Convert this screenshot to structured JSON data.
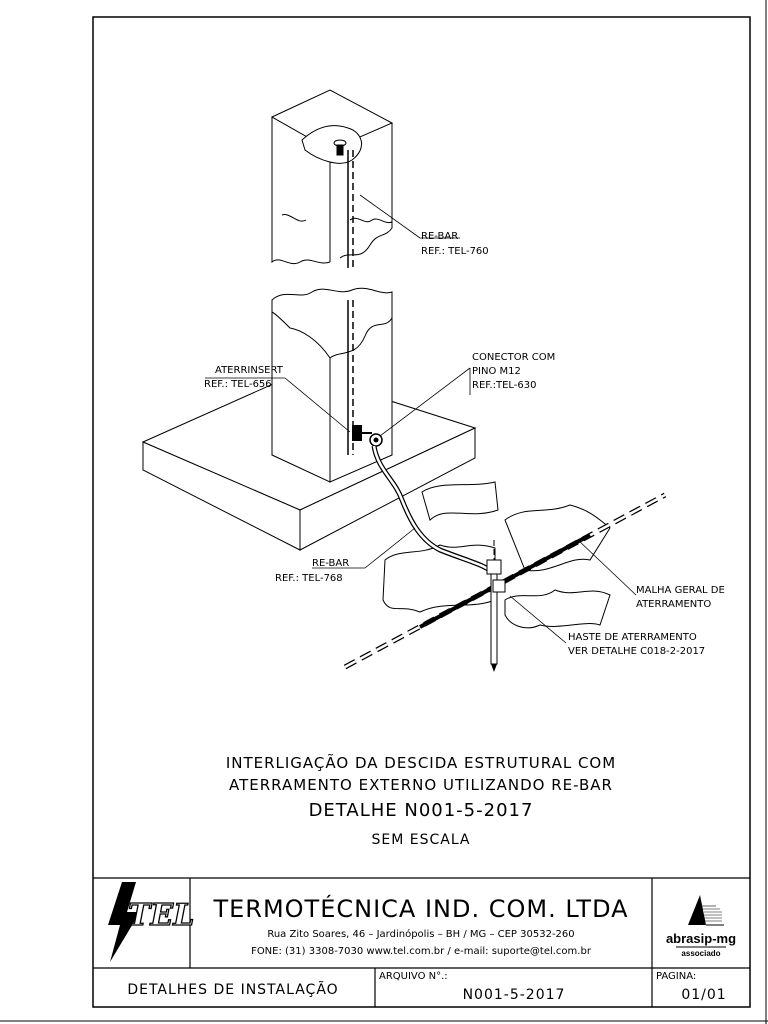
{
  "drawing": {
    "labels": {
      "rebar_top_1": "RE-BAR",
      "rebar_top_2": "REF.: TEL-760",
      "aterrinsert_1": "ATERRINSERT",
      "aterrinsert_2": "REF.: TEL-656",
      "conector_1": "CONECTOR COM",
      "conector_2": "PINO M12",
      "conector_3": "REF.:TEL-630",
      "rebar_bottom_1": "RE-BAR",
      "rebar_bottom_2": "REF.: TEL-768",
      "malha_1": "MALHA GERAL DE",
      "malha_2": "ATERRAMENTO",
      "haste_1": "HASTE DE ATERRAMENTO",
      "haste_2": "VER DETALHE C018-2-2017"
    },
    "caption": {
      "line1": "INTERLIGAÇÃO DA DESCIDA ESTRUTURAL COM",
      "line2": "ATERRAMENTO EXTERNO UTILIZANDO RE-BAR",
      "detail": "DETALHE N001-5-2017",
      "scale": "SEM ESCALA"
    }
  },
  "titleblock": {
    "company": "TERMOTÉCNICA IND. COM. LTDA",
    "address": "Rua Zito Soares, 46 – Jardinópolis – BH / MG – CEP 30532-260",
    "contact": "FONE: (31) 3308-7030 www.tel.com.br / e-mail: suporte@tel.com.br",
    "assoc_name": "abrasip-mg",
    "assoc_sub": "associado",
    "title_value": "DETALHES DE INSTALAÇÃO",
    "arquivo_label": "ARQUIVO N°.:",
    "arquivo_value": "N001-5-2017",
    "pagina_label": "PAGINA:",
    "pagina_value": "01/01"
  }
}
